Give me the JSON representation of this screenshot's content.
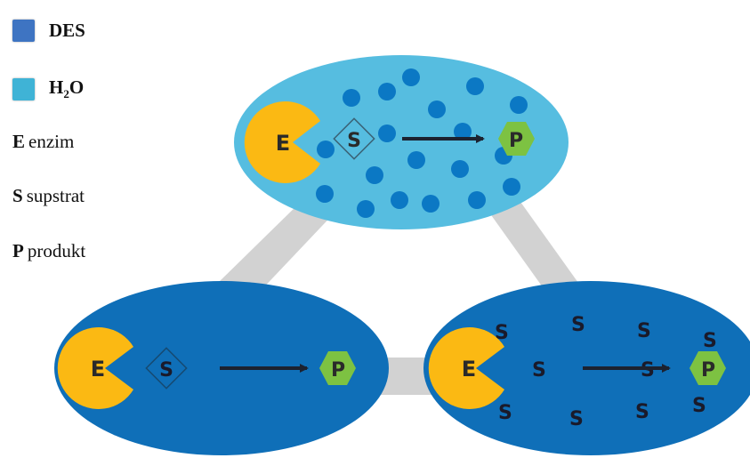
{
  "legend": {
    "des": {
      "label": "DES",
      "color": "#3e74c2"
    },
    "water": {
      "label_main": "H",
      "label_sub": "2",
      "label_end": "O",
      "color": "#3fb3d6"
    },
    "enzyme": {
      "key": "E",
      "text": "enzim"
    },
    "substrate": {
      "key": "S",
      "text": "supstrat"
    },
    "product": {
      "key": "P",
      "text": "produkt"
    }
  },
  "diagram": {
    "enzyme_letter": "E",
    "substrate_letter": "S",
    "product_letter": "P",
    "colors": {
      "water_ellipse": "#56bde0",
      "des_ellipse": "#0f6fb8",
      "connector": "#d2d2d2",
      "enzyme": "#fbb913",
      "product": "#7dc242",
      "water_dot": "#0b78c4",
      "arrow": "#1c2230"
    }
  }
}
